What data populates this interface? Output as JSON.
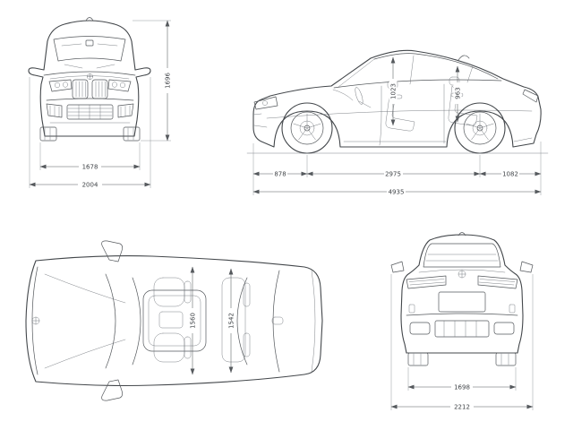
{
  "page": {
    "background": "#ffffff"
  },
  "colors": {
    "body_line": "#43474b",
    "detail_line": "#54585c",
    "dim_line": "#55595d",
    "dim_text": "#3f4347"
  },
  "views": {
    "front": {
      "label": "front-view",
      "dims": {
        "track_width": "1678",
        "overall_width": "2004",
        "height": "1696"
      }
    },
    "side": {
      "label": "side-view",
      "dims": {
        "front_overhang": "878",
        "wheelbase": "2975",
        "rear_overhang": "1082",
        "overall_length": "4935",
        "front_headroom": "1023",
        "rear_headroom": "963"
      }
    },
    "top": {
      "label": "top-view",
      "dims": {
        "front_interior_width": "1560",
        "rear_interior_width": "1542"
      }
    },
    "rear": {
      "label": "rear-view",
      "dims": {
        "rear_track_width": "1698",
        "overall_width_with_mirrors": "2212"
      }
    }
  }
}
